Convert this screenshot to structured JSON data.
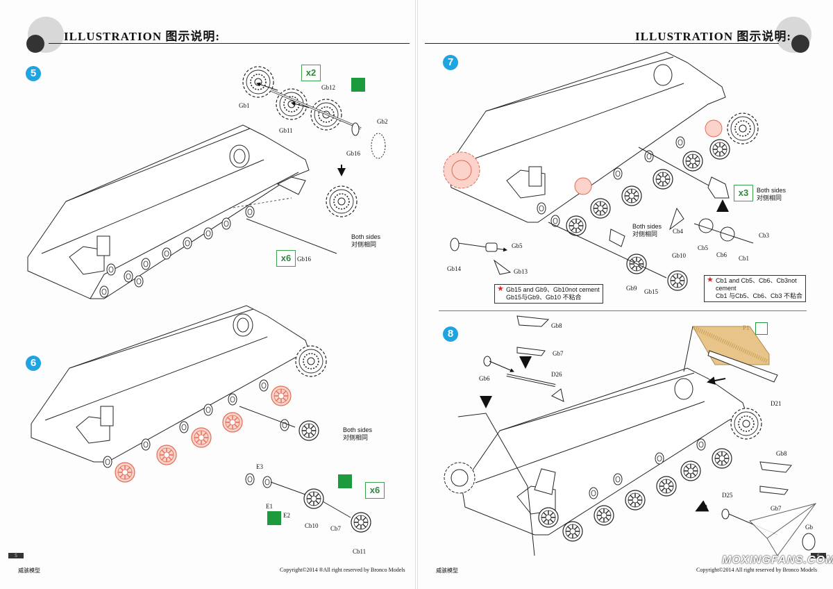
{
  "header": {
    "left_title": "ILLUSTRATION 图示说明:",
    "right_title": "ILLUSTRATION 图示说明:"
  },
  "steps": {
    "s5": {
      "number": "5",
      "qty": "x2",
      "qty2": "x6",
      "labels": {
        "gb1": "Gb1",
        "gb12": "Gb12",
        "gb11": "Gb11",
        "gb16a": "Gb16",
        "gb2": "Gb2",
        "gb16b": "Gb16"
      },
      "note_en": "Both sides",
      "note_cn": "对侧相同"
    },
    "s6": {
      "number": "6",
      "qty": "x6",
      "labels": {
        "e3": "E3",
        "e1": "E1",
        "e2": "E2",
        "cb10": "Cb10",
        "cb7": "Cb7",
        "cb11": "Cb11"
      },
      "note_en": "Both sides",
      "note_cn": "对侧相同"
    },
    "s7": {
      "number": "7",
      "qty": "x3",
      "labels": {
        "gb5": "Gb5",
        "gb14": "Gb14",
        "gb13": "Gb13",
        "gb9": "Gb9",
        "gb15": "Gb15",
        "gb10": "Gb10",
        "cb4": "Cb4",
        "cb5": "Cb5",
        "cb6": "Cb6",
        "cb1": "Cb1",
        "cb3": "Cb3"
      },
      "note_en": "Both sides",
      "note_cn": "对侧相同",
      "note2_en": "Both sides",
      "note2_cn": "对侧相同",
      "warn1_l1": "Gb15 and Gb9、Gb10not cement",
      "warn1_l2": "Gb15与Gb9、Gb10 不粘合",
      "warn2_l1": "Cb1 and Cb5、Cb6、Cb3not",
      "warn2_l2": "cement",
      "warn2_l3": "Cb1 与Cb5、Cb6、Cb3 不粘合"
    },
    "s8": {
      "number": "8",
      "labels": {
        "gb8a": "Gb8",
        "gb7a": "Gb7",
        "gb6": "Gb6",
        "d26": "D26",
        "p1": "P1",
        "d21": "D21",
        "gb8b": "Gb8",
        "d25": "D25",
        "gb7b": "Gb7",
        "gb_cut": "Gb"
      }
    }
  },
  "footer": {
    "left_page_num": "5",
    "right_page_num": "6",
    "left_brand": "威骇模型",
    "left_copyright": "Copyright©2014  ®All right reserved by Bronco Models",
    "right_brand": "威骇模型",
    "right_copyright": "Copyright©2014  All right reserved by Bronco Models"
  },
  "watermark": "MOXINGFANS.COM",
  "colors": {
    "badge": "#1ea4e0",
    "green": "#1e9a3e",
    "highlight": "#f08a78",
    "etch": "#d9b27a",
    "star": "#dd2222"
  }
}
